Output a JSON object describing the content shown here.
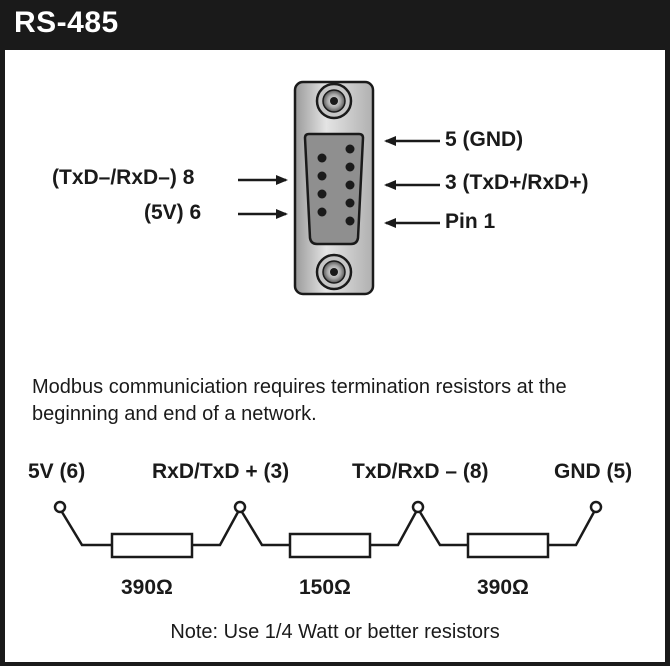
{
  "header": {
    "title": "RS-485"
  },
  "connector": {
    "left_labels": {
      "pin8": "(TxD–/RxD–) 8",
      "pin6": "(5V) 6"
    },
    "right_labels": {
      "pin5": "5 (GND)",
      "pin3": "3 (TxD+/RxD+)",
      "pin1": "Pin 1"
    }
  },
  "description": "Modbus communiciation requires termination resistors at the beginning and end of a network.",
  "network": {
    "terminals": [
      "5V (6)",
      "RxD/TxD + (3)",
      "TxD/RxD – (8)",
      "GND (5)"
    ],
    "resistors": [
      "390Ω",
      "150Ω",
      "390Ω"
    ]
  },
  "note": "Note: Use 1/4 Watt or better resistors",
  "colors": {
    "header_bg": "#1a1a1a",
    "panel_bg": "#ffffff",
    "ink": "#1a1a1a",
    "connector_body": "#d6d6d6"
  }
}
